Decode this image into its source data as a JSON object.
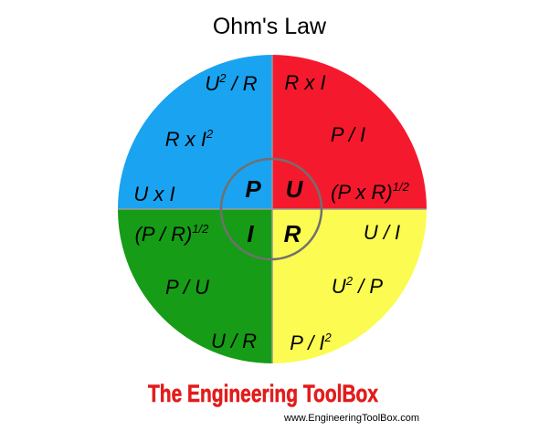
{
  "title": "Ohm's Law",
  "colors": {
    "top_left": "#1aa3f0",
    "top_right": "#f5192d",
    "bottom_left": "#169c16",
    "bottom_right": "#fbfb52",
    "brand": "#e31b1b"
  },
  "center": {
    "p": "P",
    "u": "U",
    "i": "I",
    "r": "R"
  },
  "quadrants": {
    "power": {
      "f1": {
        "a": "U",
        "sup": "2",
        "b": " / R"
      },
      "f2": {
        "a": "R x I",
        "sup": "2",
        "b": ""
      },
      "f3": {
        "a": "U x I",
        "sup": "",
        "b": ""
      }
    },
    "voltage": {
      "f1": {
        "a": "R x I",
        "sup": "",
        "b": ""
      },
      "f2": {
        "a": "P / I",
        "sup": "",
        "b": ""
      },
      "f3": {
        "a": "(P x R)",
        "sup": "1/2",
        "b": ""
      }
    },
    "current": {
      "f1": {
        "a": "(P / R)",
        "sup": "1/2",
        "b": ""
      },
      "f2": {
        "a": "P / U",
        "sup": "",
        "b": ""
      },
      "f3": {
        "a": "U / R",
        "sup": "",
        "b": ""
      }
    },
    "resistance": {
      "f1": {
        "a": "U / I",
        "sup": "",
        "b": ""
      },
      "f2": {
        "a": "U",
        "sup": "2",
        "b": " / P"
      },
      "f3": {
        "a": "P / I",
        "sup": "2",
        "b": ""
      }
    }
  },
  "footer": {
    "brand": "The Engineering ToolBox",
    "url": "www.EngineeringToolBox.com"
  }
}
